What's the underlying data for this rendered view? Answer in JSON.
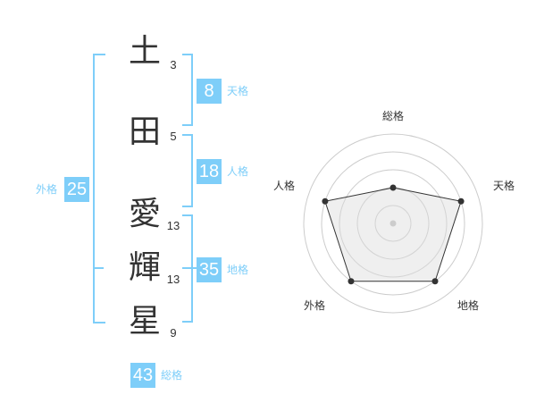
{
  "name_chars": [
    {
      "char": "土",
      "strokes": "3"
    },
    {
      "char": "田",
      "strokes": "5"
    },
    {
      "char": "愛",
      "strokes": "13"
    },
    {
      "char": "輝",
      "strokes": "13"
    },
    {
      "char": "星",
      "strokes": "9"
    }
  ],
  "kaku": {
    "tenkaku": {
      "label": "天格",
      "value": "8"
    },
    "jinkaku": {
      "label": "人格",
      "value": "18"
    },
    "chikaku": {
      "label": "地格",
      "value": "35"
    },
    "gaikaku": {
      "label": "外格",
      "value": "25"
    },
    "soukaku": {
      "label": "総格",
      "value": "43"
    }
  },
  "colors": {
    "accent": "#7ecef9",
    "text": "#333333"
  },
  "chart_data": {
    "type": "radar",
    "axes": [
      "総格",
      "天格",
      "地格",
      "外格",
      "人格"
    ],
    "values": [
      2,
      4,
      4,
      4,
      4
    ],
    "range": [
      0,
      5
    ],
    "rings": 5
  }
}
